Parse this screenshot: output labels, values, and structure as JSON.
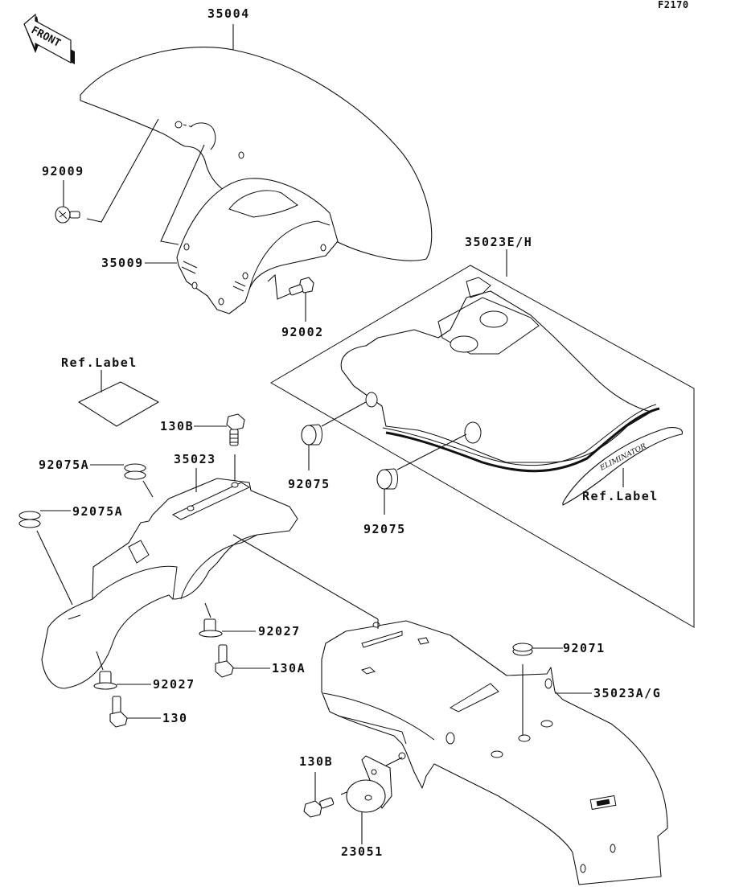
{
  "diagram": {
    "sheet_code": "F2170",
    "direction_indicator": "FRONT",
    "emblem_text": "ELIMINATOR",
    "callouts": {
      "front_fender": "35004",
      "front_fender_bracket": "35009",
      "front_screw": "92009",
      "front_bolt": "92002",
      "rear_fender_cover": "35023E/H",
      "ref_label_left": "Ref.Label",
      "ref_label_right": "Ref.Label",
      "bolt_130b_top": "130B",
      "rear_fender_front": "35023",
      "grommet_a_1": "92075A",
      "grommet_a_2": "92075A",
      "damper_1": "92075",
      "damper_2": "92075",
      "collar_1": "92027",
      "collar_2": "92027",
      "bolt_130a": "130A",
      "bolt_130": "130",
      "grommet_92071": "92071",
      "rear_fender_rear": "35023A/G",
      "bolt_130b_bottom": "130B",
      "reflector_bracket": "23051"
    }
  }
}
